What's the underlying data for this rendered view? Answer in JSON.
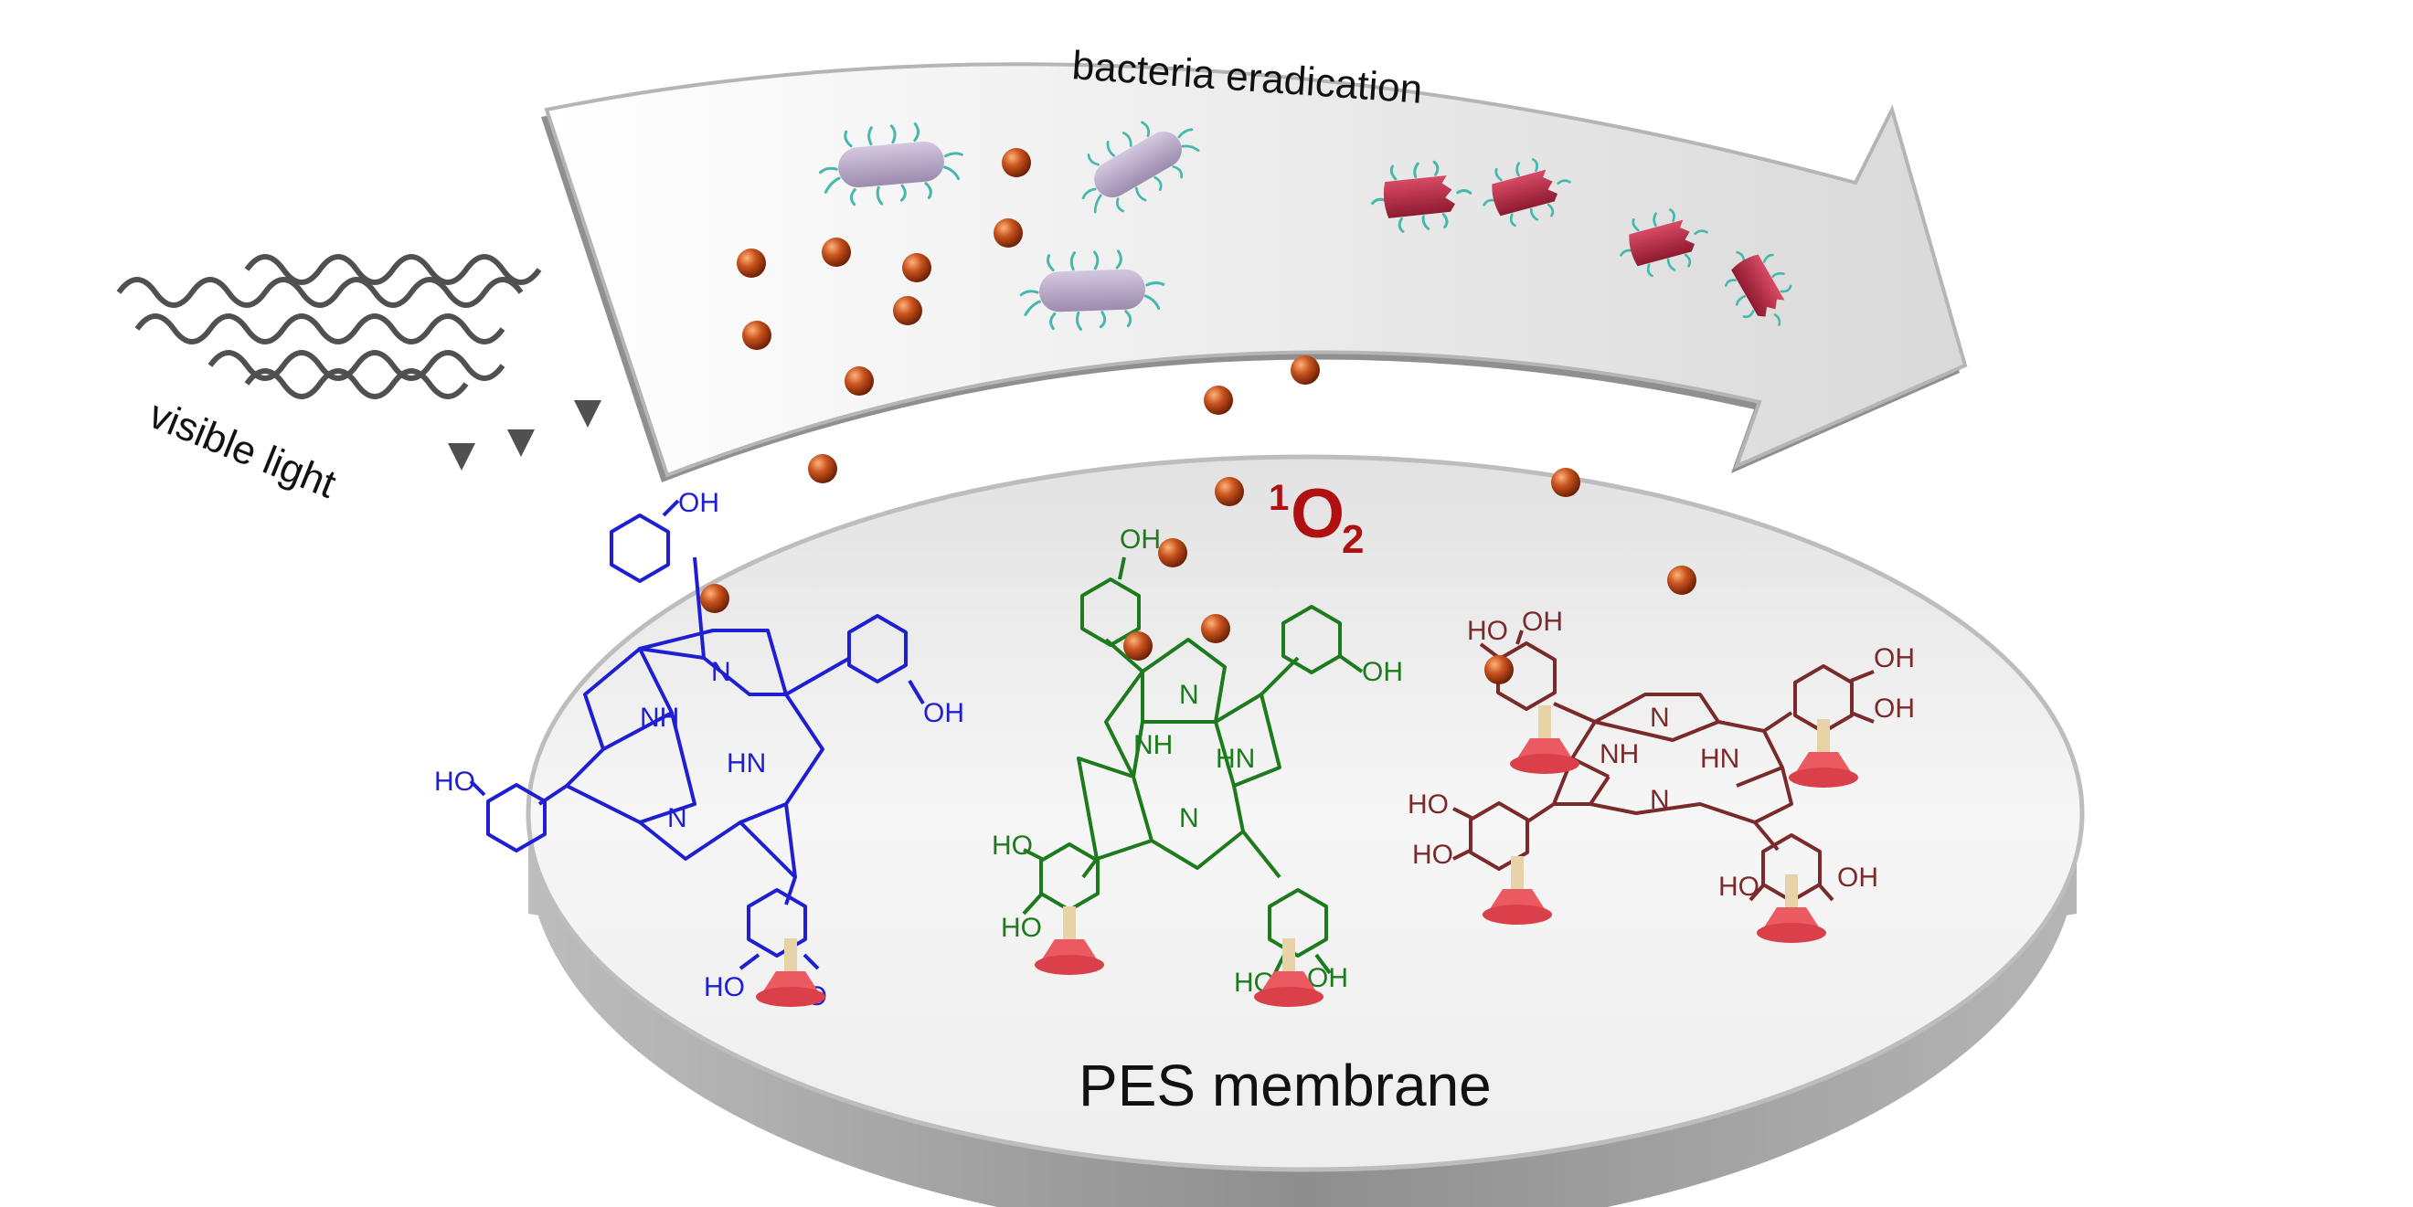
{
  "labels": {
    "bacteria_eradication": "bacteria eradication",
    "visible_light": "visible light",
    "singlet_oxygen_sup": "1",
    "singlet_oxygen_base": "O",
    "singlet_oxygen_sub": "2",
    "membrane": "PES membrane"
  },
  "atoms": {
    "oh": "OH",
    "ho": "HO",
    "n": "N",
    "nh": "NH",
    "hn": "HN"
  },
  "colors": {
    "molecule_blue": "#1e1ed2",
    "molecule_green": "#1d7a1d",
    "molecule_brown": "#7a2a2a",
    "singlet_oxygen": "#b01010",
    "particle": "#c0481a",
    "intact_bacteria": "#b3a4c3",
    "killed_bacteria": "#b52a45",
    "pili": "#46b8ad",
    "anchor": "#e8545a",
    "membrane_rim": "#9a9a9a",
    "arrow_border": "#9a9a9a",
    "light_waves": "#505050"
  },
  "icons": {
    "particle": "sphere-icon",
    "bacteria": "rod-bacteria-icon",
    "anchor": "plunger-anchor-icon"
  }
}
